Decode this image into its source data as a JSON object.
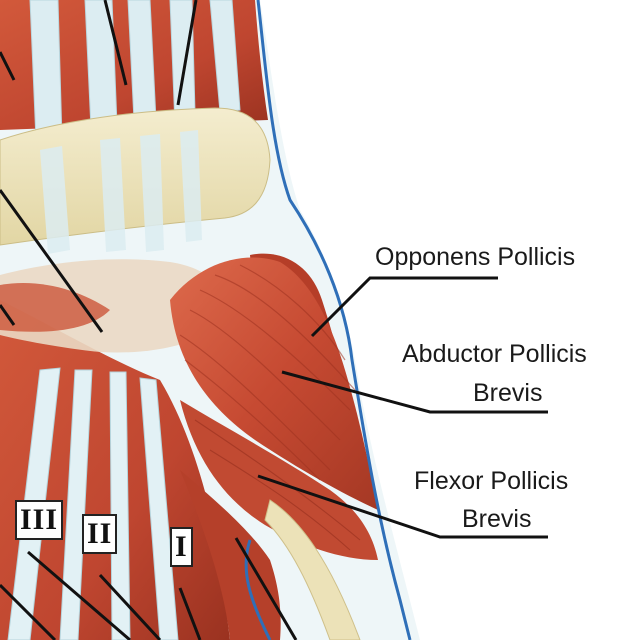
{
  "labels": {
    "opponens": "Opponens Pollicis",
    "abductor_line1": "Abductor Pollicis",
    "abductor_line2": "Brevis",
    "flexor_line1": "Flexor Pollicis",
    "flexor_line2": "Brevis"
  },
  "digit_markers": {
    "third": "III",
    "second": "II",
    "first": "I"
  },
  "colors": {
    "muscle": "#c2482f",
    "muscle_dark": "#8e2a1a",
    "muscle_light": "#e08a70",
    "tendon": "#dff0f5",
    "ligament": "#efe6c2",
    "skin_outline": "#2f6fb8",
    "leader_line": "#111111"
  }
}
